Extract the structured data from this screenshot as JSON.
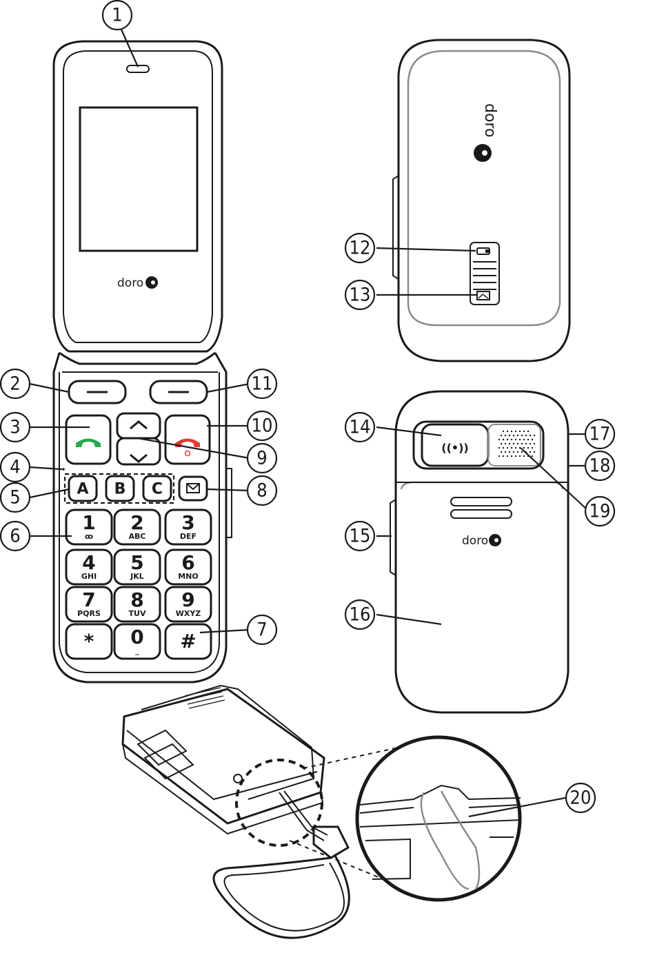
{
  "brand": {
    "name": "doro"
  },
  "keypad": {
    "memory_keys": [
      "A",
      "B",
      "C"
    ],
    "digits": [
      {
        "digit": "1",
        "sub": "ꝏ"
      },
      {
        "digit": "2",
        "sub": "ABC"
      },
      {
        "digit": "3",
        "sub": "DEF"
      },
      {
        "digit": "4",
        "sub": "GHI"
      },
      {
        "digit": "5",
        "sub": "JKL"
      },
      {
        "digit": "6",
        "sub": "MNO"
      },
      {
        "digit": "7",
        "sub": "PQRS"
      },
      {
        "digit": "8",
        "sub": "TUV"
      },
      {
        "digit": "9",
        "sub": "WXYZ"
      },
      {
        "digit": "*",
        "sub": ""
      },
      {
        "digit": "0",
        "sub": "_"
      },
      {
        "digit": "#",
        "sub": ""
      }
    ]
  },
  "callouts": [
    "1",
    "2",
    "3",
    "4",
    "5",
    "6",
    "7",
    "8",
    "9",
    "10",
    "11",
    "12",
    "13",
    "14",
    "15",
    "16",
    "17",
    "18",
    "19",
    "20"
  ],
  "colors": {
    "call_green": "#2aa84a",
    "end_red": "#e53935",
    "outline": "#1a1a1a",
    "inner_grey": "#8a8a8a"
  }
}
